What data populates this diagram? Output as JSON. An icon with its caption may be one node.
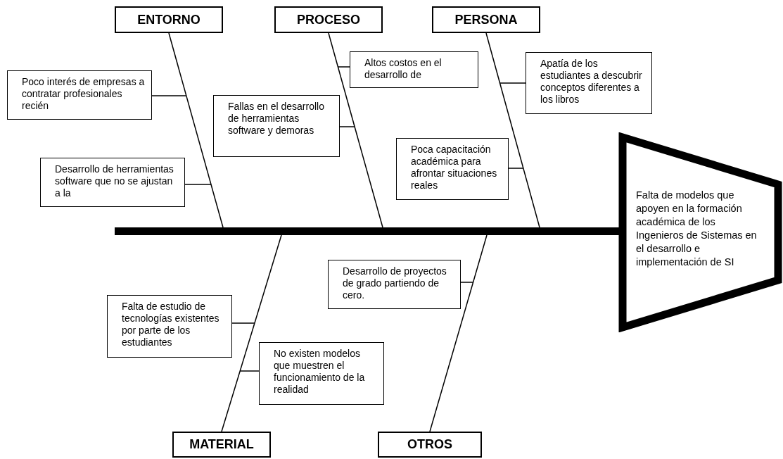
{
  "diagram": {
    "nodes": [
      {
        "text": [
          "ENTORNO"
        ]
      },
      {
        "text": [
          "PROCESO"
        ]
      },
      {
        "text": [
          "PERSONA"
        ]
      },
      {
        "text": [
          "Poco interés de empresas a contratar profesionales recién"
        ]
      },
      {
        "text": [
          "Altos costos en el desarrollo de"
        ]
      },
      {
        "text": [
          "Apatía de los estudiantes a descubrir conceptos diferentes a los libros"
        ]
      },
      {
        "text": [
          "Fallas en el desarrollo de herramientas software y demoras"
        ]
      },
      {
        "text": [
          "Desarrollo de herramientas software que no se ajustan a la"
        ]
      },
      {
        "text": [
          "Poca capacitación académica para afrontar situaciones reales"
        ]
      },
      {
        "text": [],
        "shape": "bar"
      },
      {
        "text": [
          "Falta de modelos que apoyen en la formación académica de los Ingenieros de Sistemas en el desarrollo e implementación de SI"
        ]
      },
      {
        "text": [
          "Desarrollo de proyectos de grado partiendo de cero."
        ]
      },
      {
        "text": [
          "Falta de estudio de tecnologías existentes por parte de los estudiantes"
        ]
      },
      {
        "text": [
          "No existen modelos que muestren el funcionamiento de la realidad"
        ]
      },
      {
        "text": [
          "MATERIAL"
        ]
      },
      {
        "text": [
          "OTROS"
        ]
      }
    ],
    "edges": [
      {
        "from": 0,
        "to": 9,
        "arrow": "none"
      },
      {
        "from": 1,
        "to": 9,
        "arrow": "none"
      },
      {
        "from": 2,
        "to": 9,
        "arrow": "none"
      },
      {
        "from": 14,
        "to": 9,
        "arrow": "none"
      },
      {
        "from": 15,
        "to": 9,
        "arrow": "none"
      },
      {
        "from": 3,
        "to": null,
        "arrow": "none"
      },
      {
        "from": 4,
        "to": null,
        "arrow": "none"
      },
      {
        "from": 5,
        "to": null,
        "arrow": "none"
      },
      {
        "from": 6,
        "to": null,
        "arrow": "none"
      },
      {
        "from": 7,
        "to": null,
        "arrow": "none"
      },
      {
        "from": 8,
        "to": null,
        "arrow": "none"
      },
      {
        "from": 11,
        "to": null,
        "arrow": "none"
      },
      {
        "from": 12,
        "to": null,
        "arrow": "none"
      },
      {
        "from": 13,
        "to": null,
        "arrow": "none"
      }
    ]
  }
}
